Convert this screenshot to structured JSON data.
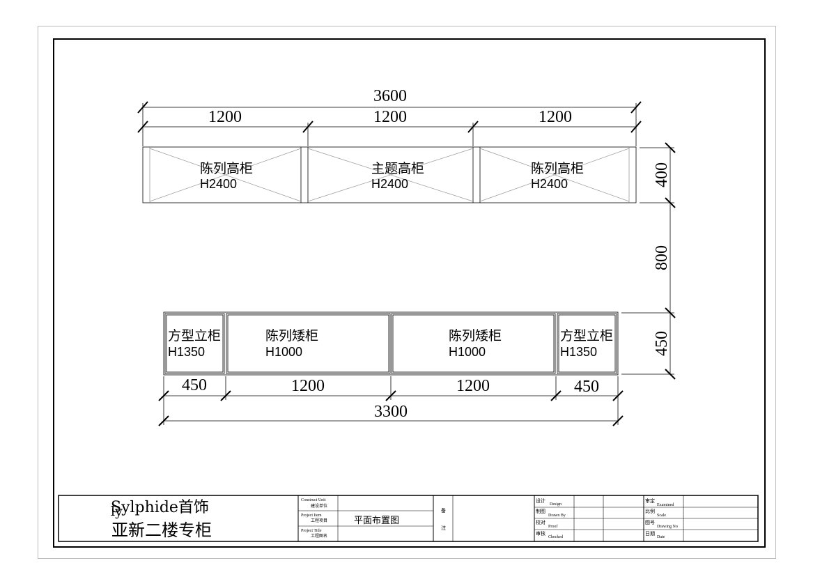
{
  "drawing": {
    "top_dimensions": {
      "total": "3600",
      "segments": [
        "1200",
        "1200",
        "1200"
      ]
    },
    "top_cabinets": [
      {
        "name": "陈列高柜",
        "height": "H2400"
      },
      {
        "name": "主题高柜",
        "height": "H2400"
      },
      {
        "name": "陈列高柜",
        "height": "H2400"
      }
    ],
    "right_dimensions": [
      "400",
      "800",
      "450"
    ],
    "bottom_cabinets": [
      {
        "name": "方型立柜",
        "height": "H1350"
      },
      {
        "name": "陈列矮柜",
        "height": "H1000"
      },
      {
        "name": "陈列矮柜",
        "height": "H1000"
      },
      {
        "name": "方型立柜",
        "height": "H1350"
      }
    ],
    "bottom_dimensions": {
      "segments": [
        "450",
        "1200",
        "1200",
        "450"
      ],
      "total": "3300"
    }
  },
  "title_block": {
    "project_name_line1": "Sylphide首饰",
    "project_name_line1_overlay": "ly",
    "project_name_line2": "亚新二楼专柜",
    "construct_unit_en": "Construct Unit",
    "construct_unit_cn": "建设单位",
    "project_item_en": "Project Item",
    "project_item_cn": "工程项目",
    "project_title_en": "Project Title",
    "project_title_cn": "工程图名",
    "drawing_title": "平面布置图",
    "remark_1": "备",
    "remark_2": "注",
    "design_cn": "设计",
    "design_en": "Design",
    "drawn_cn": "制图",
    "drawn_en": "Drawn By",
    "proof_cn": "校对",
    "proof_en": "Proof",
    "checked_cn": "审核",
    "checked_en": "Checked",
    "examined_cn": "审定",
    "examined_en": "Examined",
    "scale_cn": "比例",
    "scale_en": "Scale",
    "drawing_no_cn": "图号",
    "drawing_no_en": "Drawing No",
    "date_cn": "日期",
    "date_en": "Date"
  }
}
